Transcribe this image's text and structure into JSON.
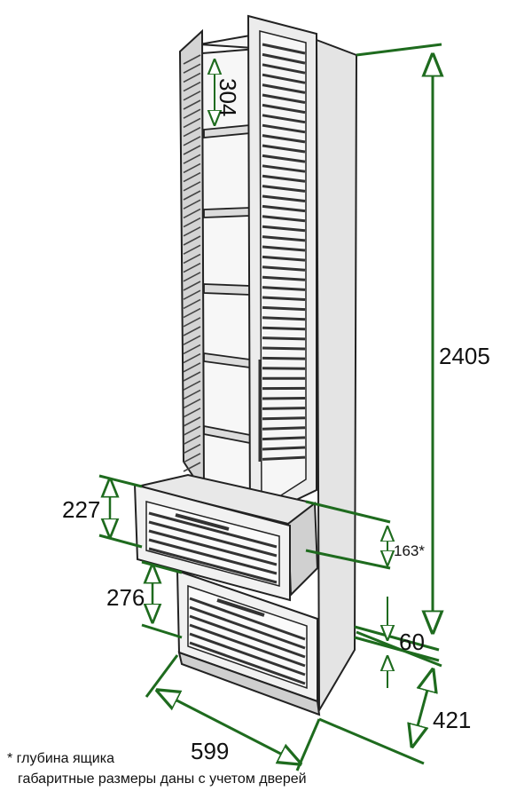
{
  "dimensions": {
    "height_total": "2405",
    "shelf_gap": "304",
    "drawer_upper": "227",
    "drawer_lower": "276",
    "drawer_depth": "163*",
    "plinth": "60",
    "width": "599",
    "depth": "421"
  },
  "notes": {
    "line1": "* глубина ящика",
    "line2": "габаритные размеры даны с учетом дверей"
  },
  "colors": {
    "dimension_line": "#1e6b1e",
    "outline": "#222222",
    "panel": "#f2f2f2",
    "shade": "#c8c8c8"
  }
}
